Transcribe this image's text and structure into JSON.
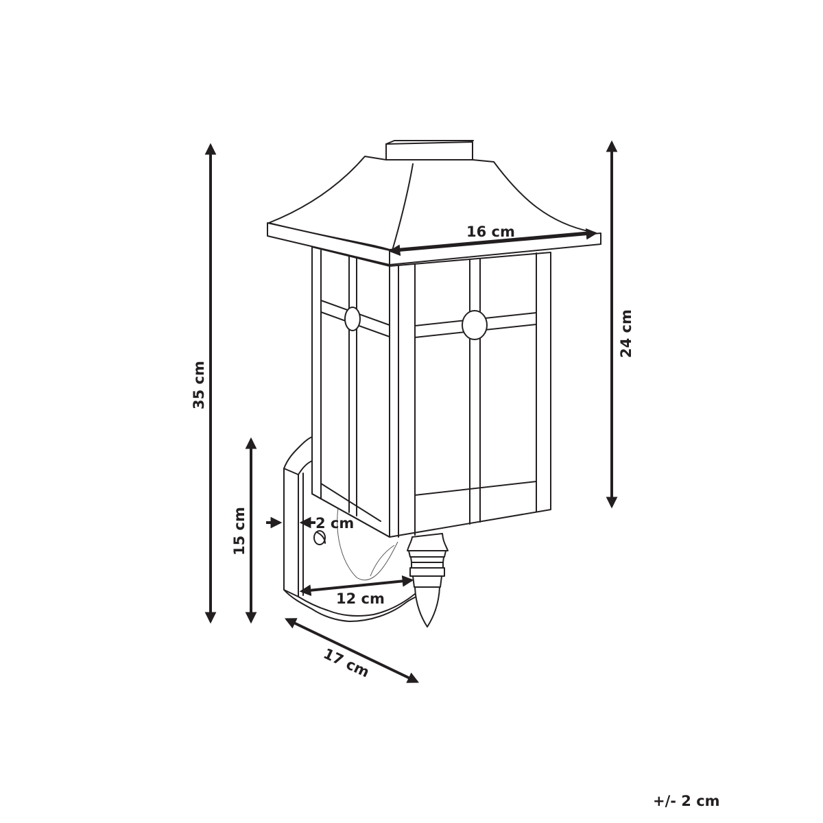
{
  "diagram": {
    "subject": "Wall lantern dimension drawing",
    "colors": {
      "line": "#231f20",
      "background": "#ffffff"
    },
    "dimensions": {
      "total_height": "35 cm",
      "mount_height": "15 cm",
      "lantern_height": "24 cm",
      "roof_width": "16 cm",
      "plate_thickness": "2 cm",
      "arm_projection": "12 cm",
      "total_depth": "17 cm"
    },
    "tolerance": "+/- 2 cm"
  }
}
